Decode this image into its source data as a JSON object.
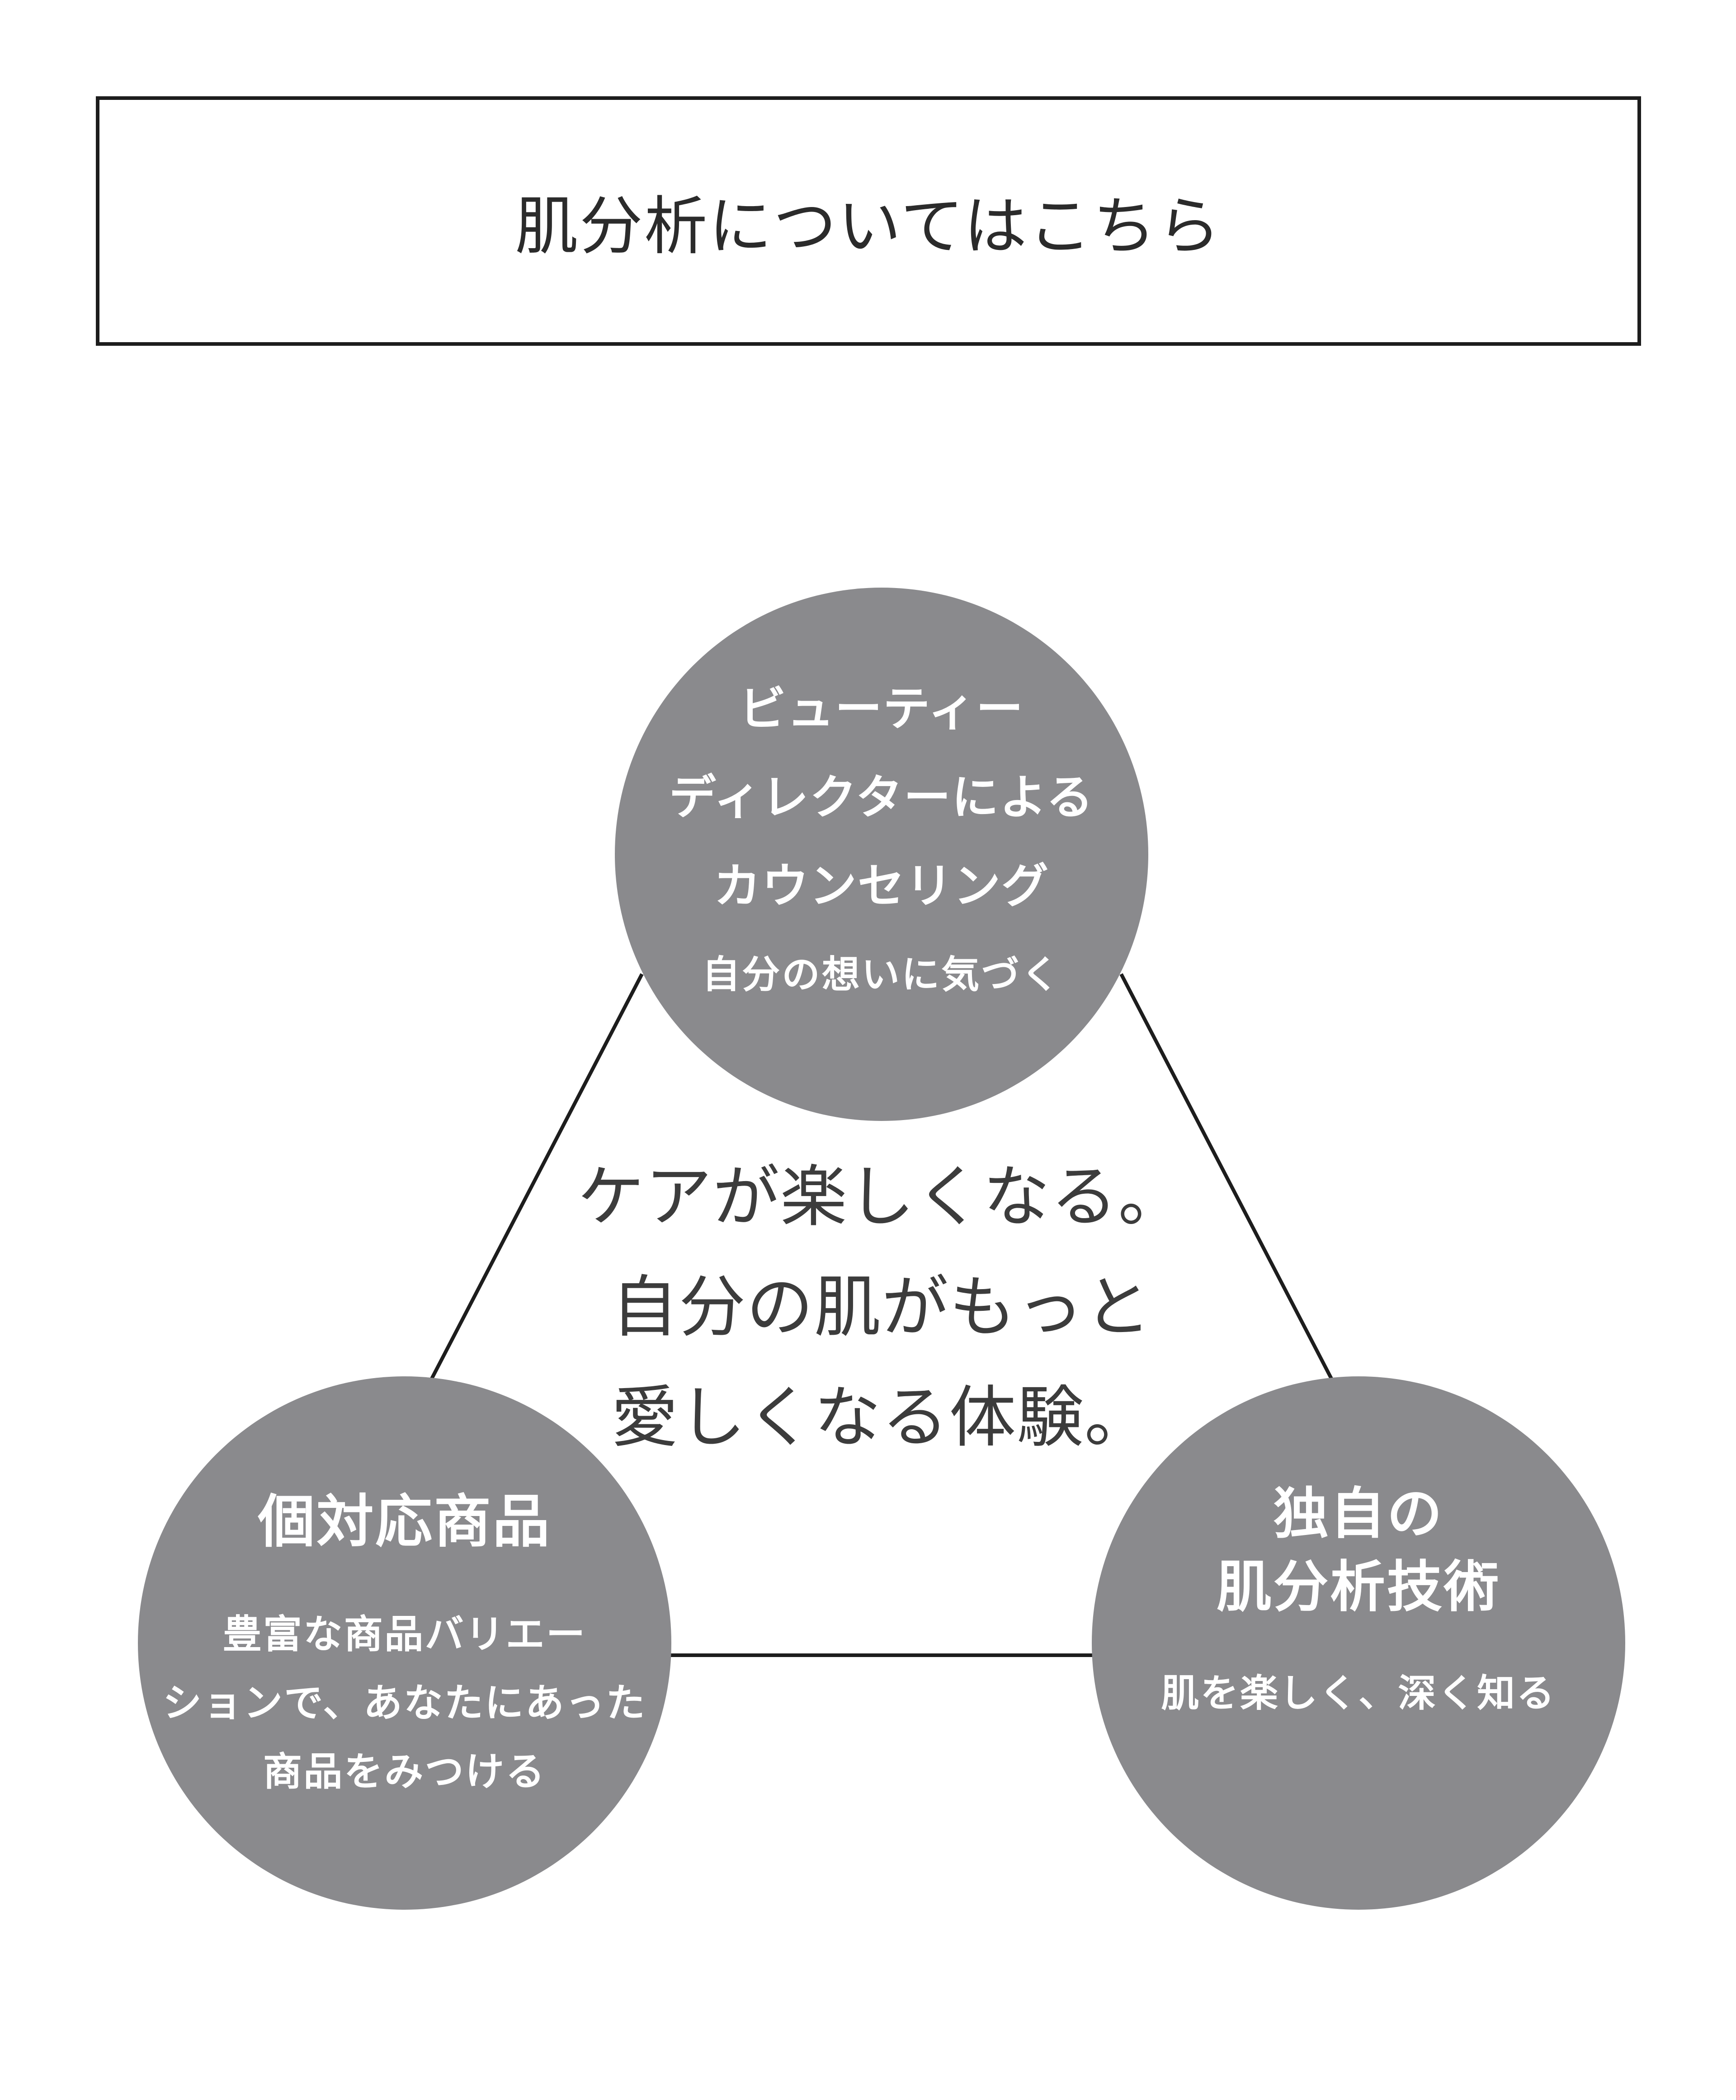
{
  "theme": {
    "bg": "#ffffff",
    "line": "#1d1d1d",
    "banner-text": "#2b2b2b",
    "center-text": "#3c3c3c",
    "circle-fill": "#8a8a8d",
    "circle-text": "#ffffff"
  },
  "banner": {
    "label": "肌分析についてはこちら"
  },
  "center_message": {
    "lines": [
      "ケアが楽しくなる。",
      "自分の肌がもっと",
      "愛しくなる体験。"
    ]
  },
  "circles": [
    {
      "id": "beauty-director-counseling",
      "title_lines": [
        "ビューティー",
        "ディレクターによる",
        "カウンセリング"
      ],
      "subtitle_lines": [
        "自分の想いに気づく"
      ]
    },
    {
      "id": "personalized-products",
      "title_lines": [
        "個対応商品"
      ],
      "subtitle_lines": [
        "豊富な商品バリエー",
        "ションで、あなたにあった",
        "商品をみつける"
      ]
    },
    {
      "id": "original-skin-analysis",
      "title_lines": [
        "独自の",
        "肌分析技術"
      ],
      "subtitle_lines": [
        "肌を楽しく、深く知る"
      ]
    }
  ]
}
